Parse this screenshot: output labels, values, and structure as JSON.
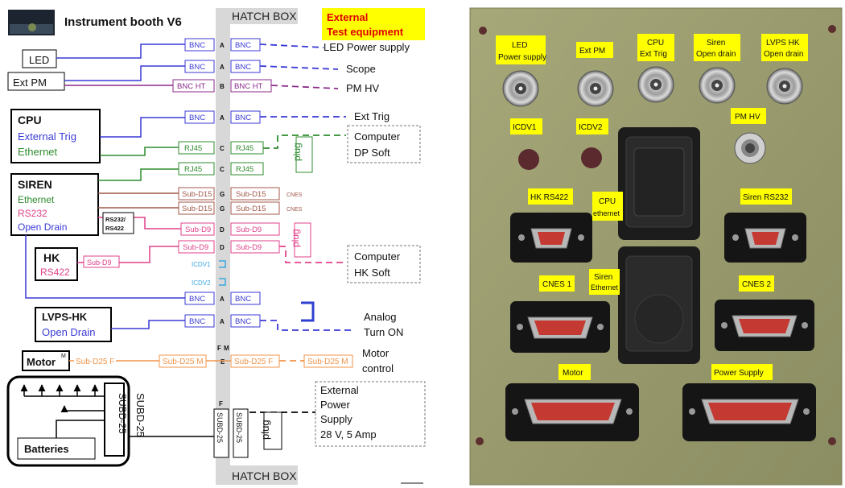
{
  "diagram": {
    "title": "Instrument booth V6",
    "hatch_box_top": "HATCH BOX",
    "hatch_box_bottom": "HATCH BOX",
    "external_title_line1": "External",
    "external_title_line2": "Test equipment",
    "devices": {
      "led": "LED",
      "ext_pm": "Ext PM",
      "cpu": "CPU",
      "cpu_ext_trig": "External Trig",
      "cpu_ethernet": "Ethernet",
      "siren": "SIREN",
      "siren_ethernet": "Ethernet",
      "siren_rs232": "RS232",
      "siren_open_drain": "Open Drain",
      "hk": "HK",
      "hk_rs422": "RS422",
      "lvps": "LVPS-HK",
      "lvps_open_drain": "Open Drain",
      "motor": "Motor",
      "motor_m": "M",
      "batteries": "Batteries",
      "rs_converter_line1": "RS232/",
      "rs_converter_line2": "RS422",
      "subd25_inner": "SUBD-25",
      "subd25_outer": "SUBD-25"
    },
    "connectors": {
      "bnc": "BNC",
      "bnc_ht": "BNC HT",
      "rj45": "RJ45",
      "subd15": "Sub-D15",
      "subd9": "Sub-D9",
      "icdv1": "ICDV1",
      "icdv2": "ICDV2",
      "subd25f": "Sub-D25 F",
      "subd25m": "Sub-D25 M",
      "subd25": "SUBD-25",
      "cnes": "CNES",
      "plug": "plug",
      "letter_a": "A",
      "letter_b": "B",
      "letter_c": "C",
      "letter_g": "G",
      "letter_d": "D",
      "letter_f": "F",
      "letter_m": "M",
      "letter_e": "E"
    },
    "external": {
      "led_power": "LED Power supply",
      "scope": "Scope",
      "pm_hv": "PM HV",
      "ext_trig": "Ext Trig",
      "computer_dp_line1": "Computer",
      "computer_dp_line2": "DP Soft",
      "computer_hk_line1": "Computer",
      "computer_hk_line2": "HK Soft",
      "analog_line1": "Analog",
      "analog_line2": "Turn ON",
      "motor_control_line1": "Motor",
      "motor_control_line2": "control",
      "ext_power_line1": "External",
      "ext_power_line2": "Power",
      "ext_power_line3": "Supply",
      "ext_power_line4": "28 V, 5 Amp"
    },
    "colors": {
      "blue": "#3a3ad6",
      "green": "#2e8b2e",
      "purple": "#8b2a8b",
      "pink": "#e0408a",
      "brown": "#a0584a",
      "orange": "#f0944a",
      "cyan": "#3aa8e0",
      "hatch": "#d8d8d8",
      "yellow": "#ffff00",
      "red": "#e00000"
    }
  },
  "panel": {
    "labels": {
      "led_power_line1": "LED",
      "led_power_line2": "Power supply",
      "ext_pm": "Ext PM",
      "cpu_line1": "CPU",
      "cpu_line2": "Ext Trig",
      "siren_line1": "Siren",
      "siren_line2": "Open drain",
      "lvps_line1": "LVPS HK",
      "lvps_line2": "Open drain",
      "icdv1": "ICDV1",
      "icdv2": "ICDV2",
      "pm_hv": "PM HV",
      "hk_rs422": "HK RS422",
      "cpu_eth_line1": "CPU",
      "cpu_eth_line2": "ethernet",
      "siren_rs232": "Siren RS232",
      "siren_eth_line1": "Siren",
      "siren_eth_line2": "Ethernet",
      "cnes1": "CNES 1",
      "cnes2": "CNES 2",
      "motor": "Motor",
      "power_supply": "Power Supply"
    }
  }
}
